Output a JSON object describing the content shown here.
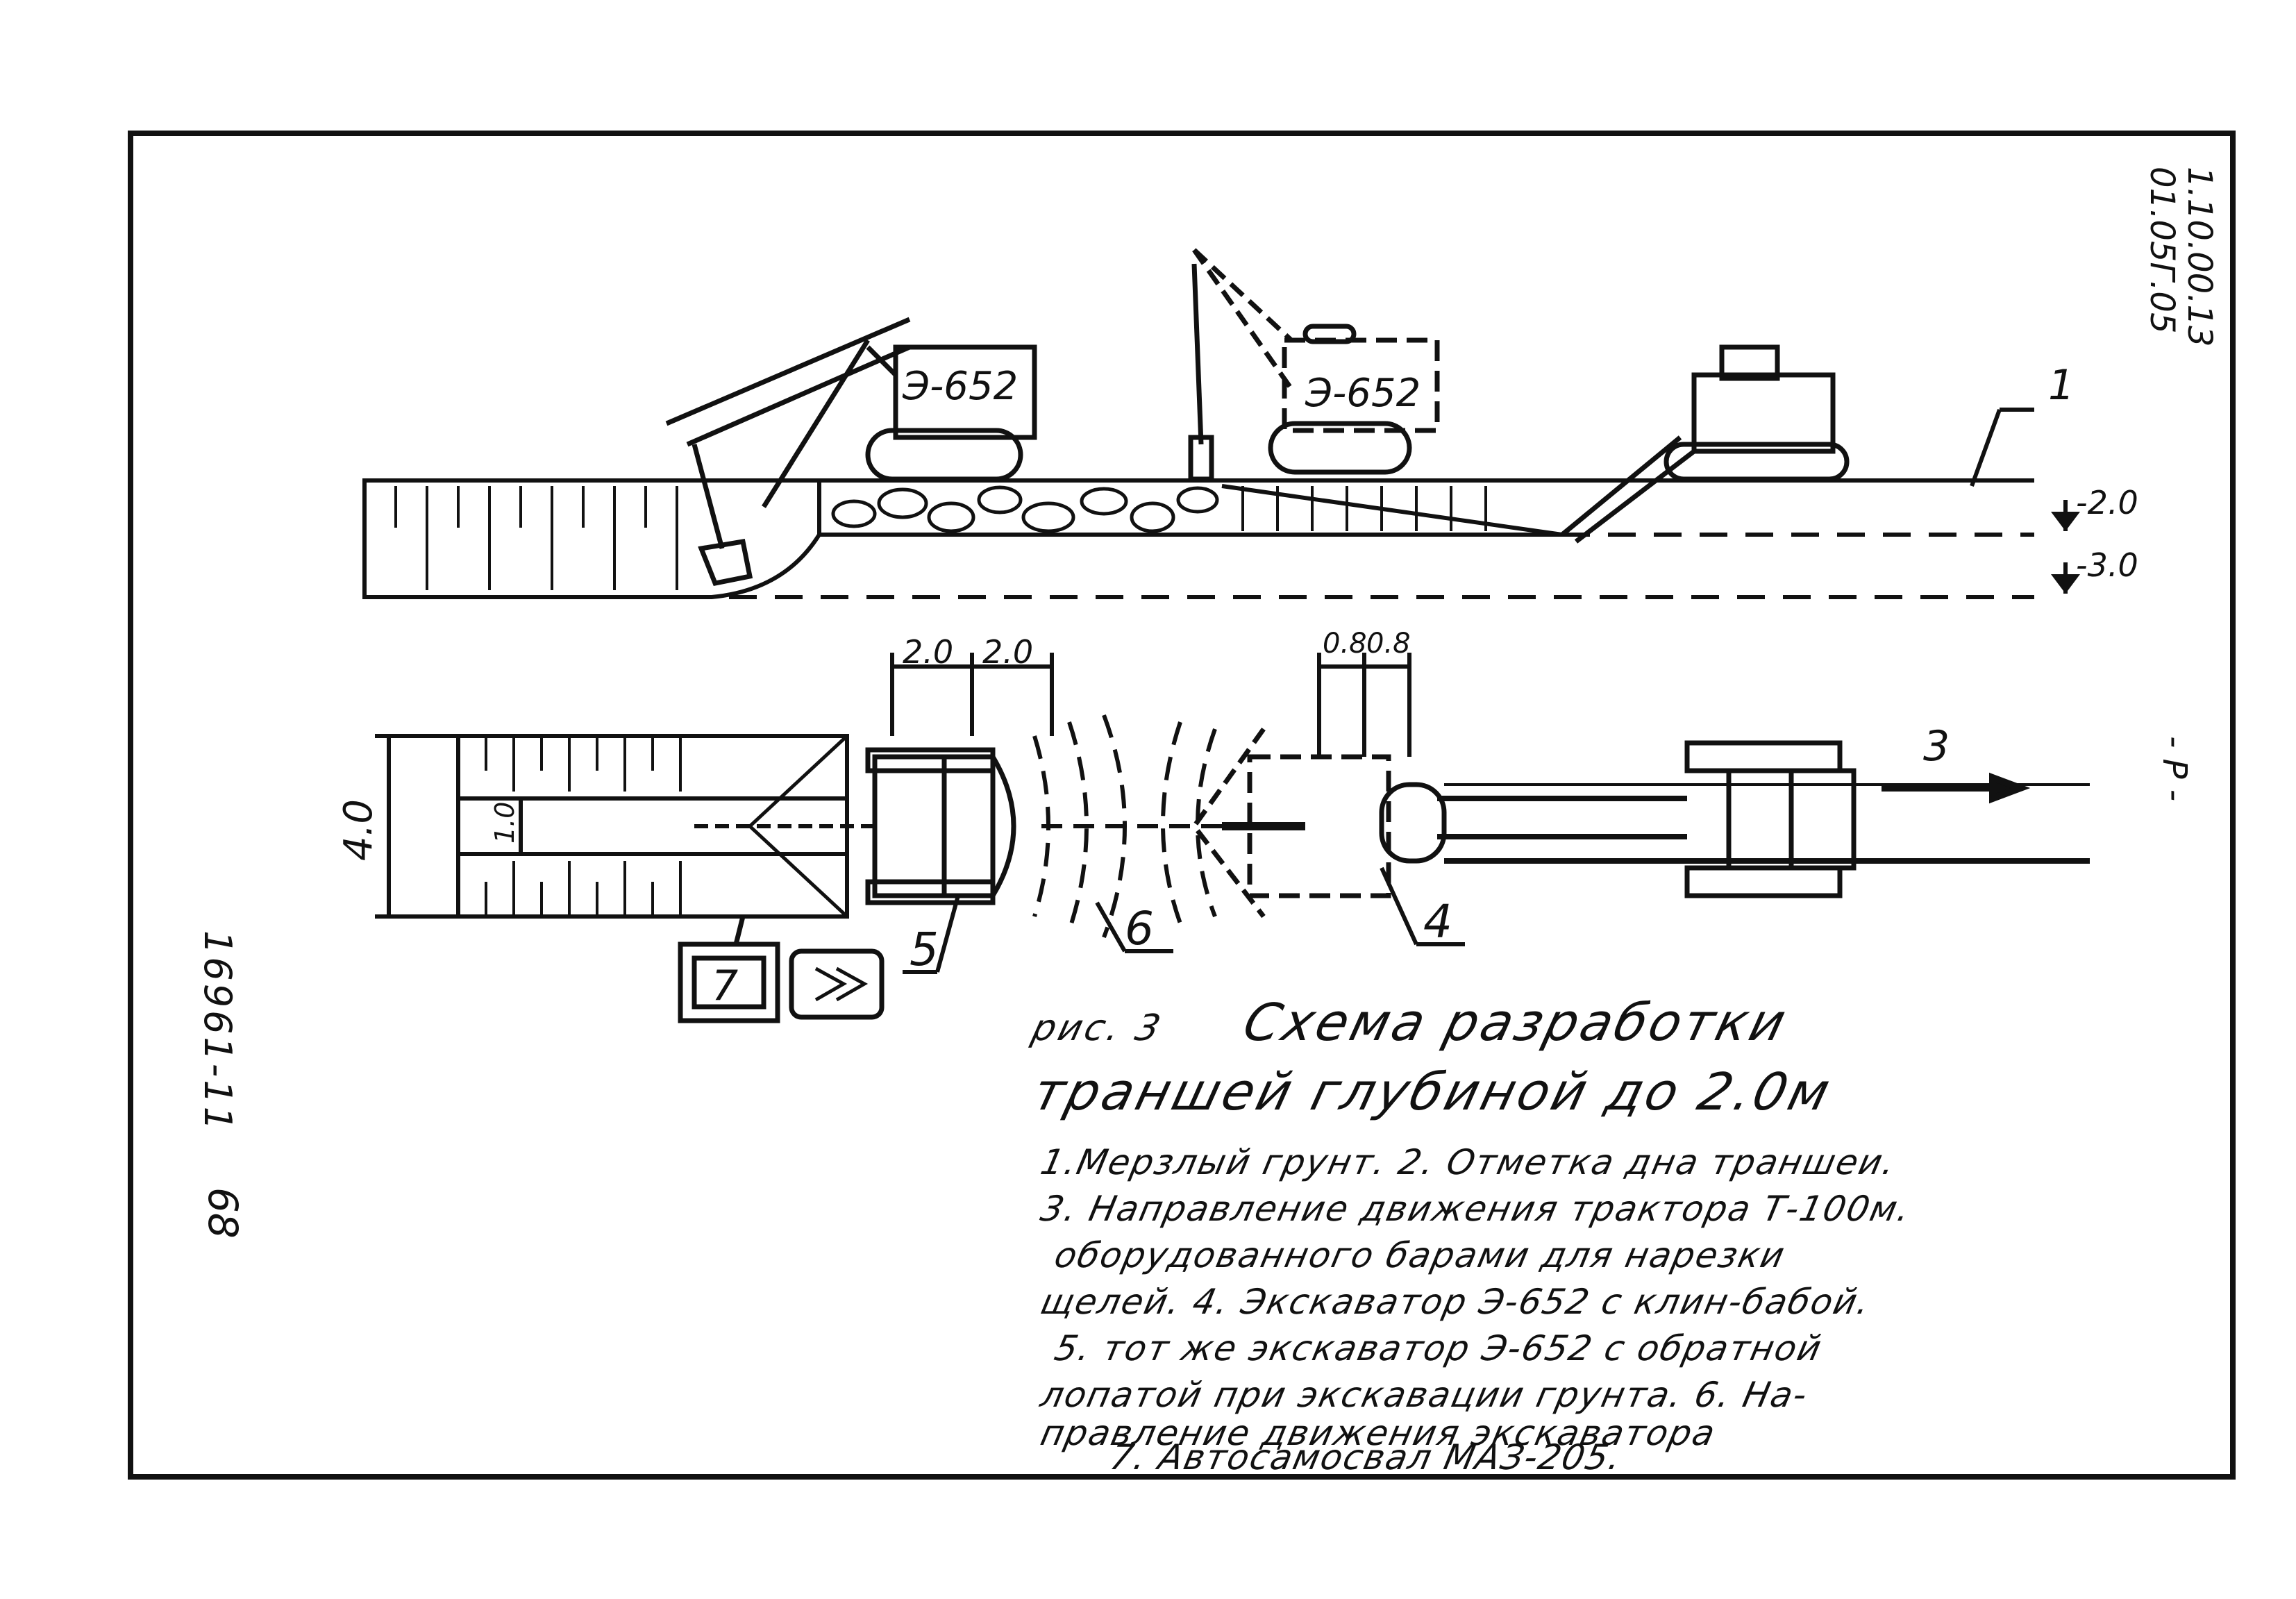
{
  "doc_code": {
    "line1": "1.10.00.13",
    "line2": "01.05Г.05"
  },
  "page_mark": "- P -",
  "side_code": "16961-11",
  "page_number": "68",
  "excavator_label_1": "Э-652",
  "excavator_label_2": "Э-652",
  "levels": {
    "l1": "-2.0",
    "l2": "-3.0"
  },
  "dims": {
    "d20a": "2.0",
    "d20b": "2.0",
    "d08a": "0.8",
    "d08b": "0.8",
    "d40": "4.0",
    "d10": "1.0"
  },
  "callouts": {
    "c1": "1",
    "c3": "3",
    "c4": "4",
    "c5": "5",
    "c6": "6",
    "c7": "7"
  },
  "caption": {
    "prefix": "рис. 3",
    "title_line1": "Схема разработки",
    "title_line2": "траншей глубиной до 2.0м"
  },
  "notes": [
    "1.Мерзлый грунт. 2. Отметка дна траншеи.",
    "3. Направление движения трактора Т-100м.",
    "оборудованного барами для нарезки",
    "щелей. 4. Экскаватор Э-652 с клин-бабой.",
    "5. тот же экскаватор Э-652 с обратной",
    "лопатой при экскавации грунта. 6. На-",
    "правление движения экскаватора",
    "7. Автосамосвал МАЗ-205."
  ]
}
